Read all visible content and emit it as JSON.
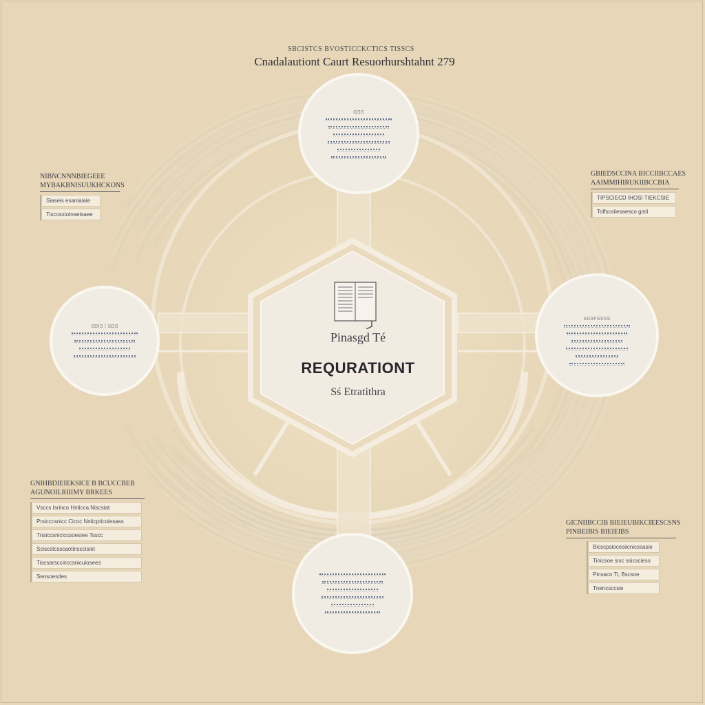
{
  "header": {
    "supertitle": "SBCISTCS BVOSTICCKCTICS TISSCS",
    "title": "Cnadalautiont Caurt Resuorhurshtahnt 279"
  },
  "center": {
    "subtitle": "Pinasgd Té",
    "label": "REQURATIONT",
    "footer": "Sś Etratithra",
    "icon": "open-book-icon"
  },
  "nodes": {
    "top": {
      "heading": "GSS",
      "lines": 6
    },
    "left": {
      "heading": "SDIS / SDS",
      "lines": 4
    },
    "right": {
      "heading": "SIDIFSSSS",
      "lines": 6
    },
    "bottom": {
      "heading": "",
      "lines": 6
    }
  },
  "callouts": {
    "top_left": {
      "heading": [
        "NIBNCNNNBIEGEEE",
        "MYBAKBNISUUKHCKONS"
      ],
      "rows": [
        "Siaseis esaniaiaie",
        "Tiscosxiotnaeisaee"
      ]
    },
    "top_right": {
      "heading": [
        "GBIEDSCCINA BICCIIBCCAES",
        "AAIMMIHIRUKIIBCCBIA"
      ],
      "rows": [
        "TIPSCIECD IHOSI TIEKCSIE",
        "Tolfscsiiesaesco gisti"
      ]
    },
    "bottom_left": {
      "heading": [
        "GNIHBDIEIEKSICE B  BCUCCBEB",
        "AGUNOILRIIIMY BRKEES"
      ],
      "rows": [
        "Vsccs Isrinco Hnticca Niscsiat",
        "Prsicccsnicc Cicoc Nnticpricoiesass",
        "Tnsiccsniciccsoesiee Tsscc",
        "Sciscstcsscaotinsccisiet",
        "Tiscsarsccinccsnicuiosees",
        "Seosoesdes"
      ]
    },
    "bottom_right": {
      "heading": [
        "GICNIIBCCIB BIEIEUBIKCIEESCSNS",
        "PINBEIBIS BIEIEIBS"
      ],
      "rows": [
        "Bicscpsiocesiicnicssasie",
        "Tinicsoe sisc ssicsciess",
        "Pinsaco  Ti, Bscsoe",
        "Tnencsccsie"
      ]
    }
  },
  "colors": {
    "background": "#e7d7b8",
    "panel": "#f4ecdd",
    "swirl": "#7e93b3",
    "ink": "#2e2e36"
  }
}
